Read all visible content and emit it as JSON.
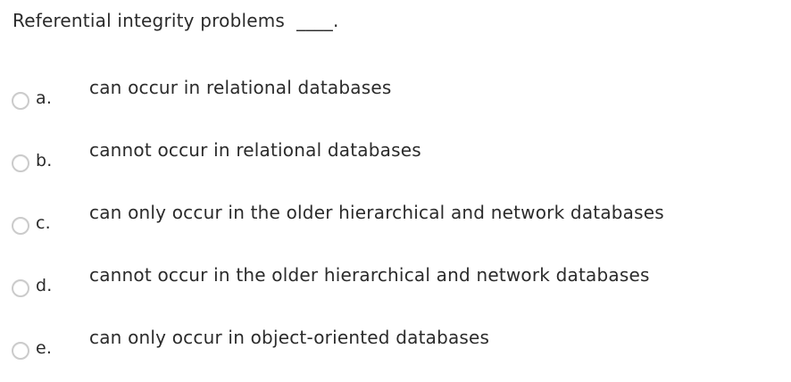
{
  "question": {
    "text": "Referential integrity problems  ____."
  },
  "options": [
    {
      "letter": "a.",
      "text": "can occur in relational databases",
      "selected": false
    },
    {
      "letter": "b.",
      "text": "cannot occur in relational databases",
      "selected": false
    },
    {
      "letter": "c.",
      "text": "can only occur in the older hierarchical and network databases",
      "selected": false
    },
    {
      "letter": "d.",
      "text": "cannot occur in the older hierarchical and network databases",
      "selected": false
    },
    {
      "letter": "e.",
      "text": "can only occur in object-oriented databases",
      "selected": false
    }
  ],
  "colors": {
    "background": "#ffffff",
    "text": "#2b2b2b",
    "radio_border": "#cbcbcb"
  }
}
